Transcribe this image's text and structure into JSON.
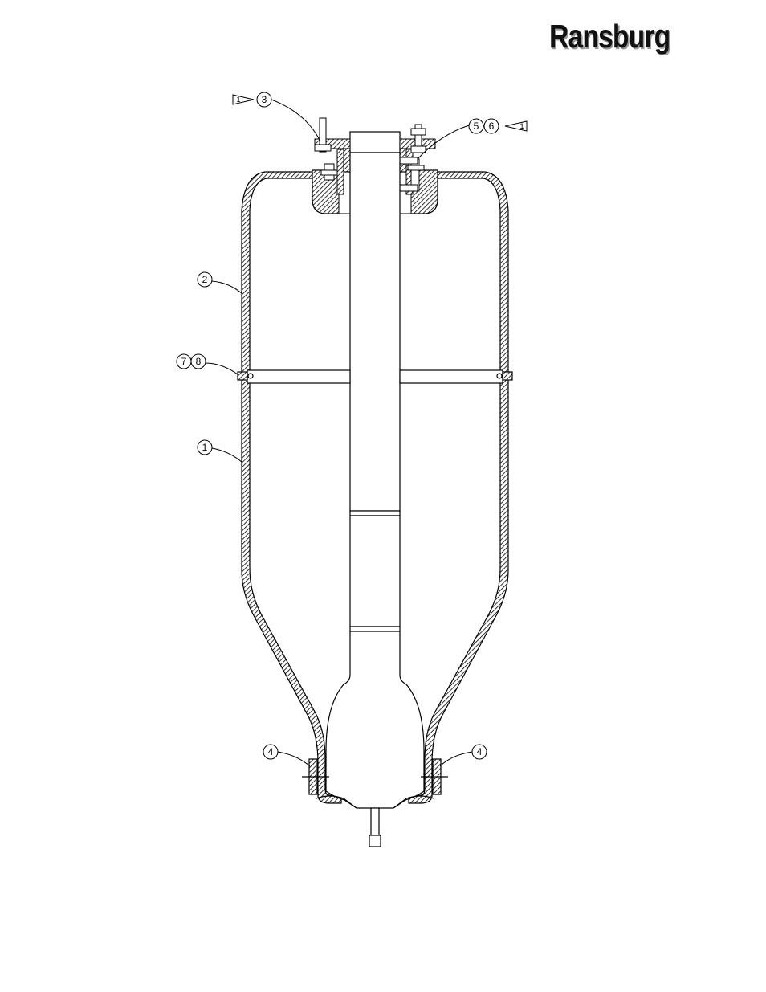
{
  "brand": {
    "logo": "Ransburg"
  },
  "callouts": {
    "c1": "1",
    "c2": "2",
    "c3": "3",
    "c4_left": "4",
    "c4_right": "4",
    "c5": "5",
    "c6": "6",
    "c7": "7",
    "c8": "8"
  },
  "flags": {
    "note_left": "1",
    "note_right": "1"
  }
}
